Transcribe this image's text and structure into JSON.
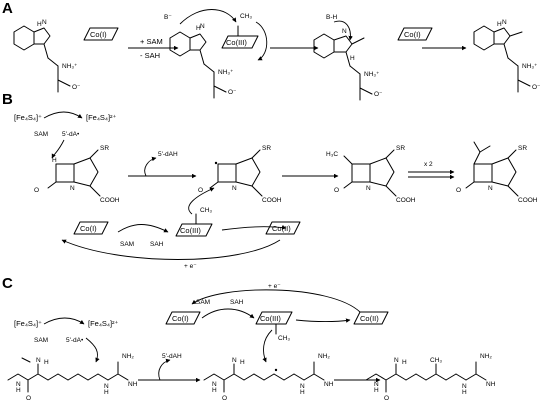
{
  "panels": [
    {
      "label": "A",
      "cobalt": [
        "Co(I)",
        "Co(III)",
        "Co(I)"
      ],
      "arrow_top": "+ SAM",
      "arrow_bottom": "- SAH",
      "base": "B⁻",
      "methyl": "CH₃",
      "acid": "B-H",
      "nh3": "NH₃⁺",
      "carboxylate": "O⁻"
    },
    {
      "label": "B",
      "cluster_ox": "[Fe₄S₄]⁺",
      "cluster_red": "[Fe₄S₄]²⁺",
      "sam": "SAM",
      "radical": "5'-dA•",
      "dAH": "5'-dAH",
      "sr": "SR",
      "h": "H",
      "cooh": "COOH",
      "h3c": "H₃C",
      "times2": "x 2",
      "cobalt": [
        "Co(I)",
        "Co(III)",
        "Co(II)"
      ],
      "methyl": "CH₃",
      "sam_low": "SAM",
      "sah_low": "SAH",
      "electron": "+ e⁻"
    },
    {
      "label": "C",
      "cluster_ox": "[Fe₄S₄]⁺",
      "cluster_red": "[Fe₄S₄]²⁺",
      "sam": "SAM",
      "radical": "5'-dA•",
      "dAH": "5'-dAH",
      "electron": "+ e⁻",
      "cobalt": [
        "Co(I)",
        "Co(III)",
        "Co(II)"
      ],
      "sam_top": "SAM",
      "sah_top": "SAH",
      "methyl": "CH₃",
      "nh": "NH",
      "nh2": "NH₂",
      "o": "O",
      "h": "H",
      "n": "N"
    }
  ]
}
